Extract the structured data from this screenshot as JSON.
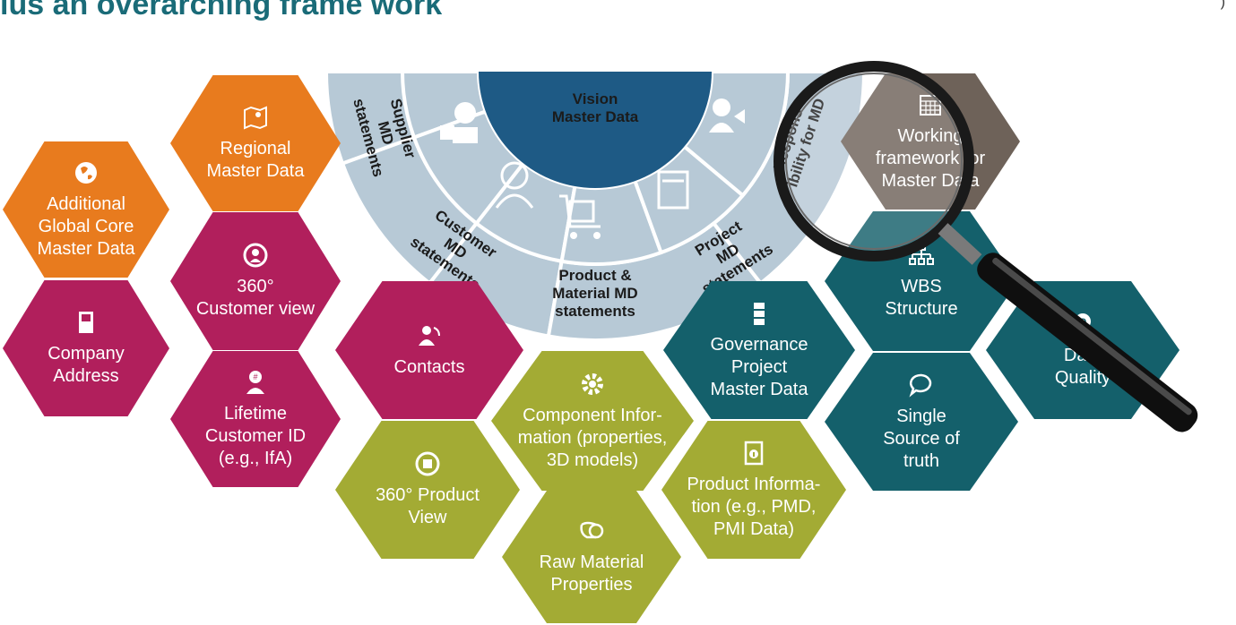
{
  "header": {
    "title": "lus an overarching frame work",
    "corner_text": ")"
  },
  "center": {
    "vision_line1": "Vision",
    "vision_line2": "Master Data"
  },
  "segments": {
    "supplier": [
      "Supplier",
      "MD",
      "statements"
    ],
    "customer": [
      "Customer",
      "MD",
      "statements"
    ],
    "product": [
      "Product &",
      "Material MD",
      "statements"
    ],
    "project": [
      "Project",
      "MD",
      "statements"
    ],
    "responsibility": [
      "Respons-",
      "ibility for MD"
    ]
  },
  "hexes": {
    "global_core": "Additional\nGlobal Core\nMaster Data",
    "regional": "Regional\nMaster Data",
    "customer_view": "360°\nCustomer view",
    "company_address": "Company\nAddress",
    "lifetime_id": "Lifetime\nCustomer ID\n(e.g., IfA)",
    "contacts": "Contacts",
    "product_view": "360° Product\nView",
    "component_info": "Component Infor-\nmation (properties,\n3D models)",
    "raw_material": "Raw Material\nProperties",
    "product_info": "Product Informa-\ntion (e.g., PMD,\nPMI Data)",
    "governance": "Governance\nProject\nMaster Data",
    "wbs": "WBS\nStructure",
    "single_source": "Single\nSource of\ntruth",
    "data_quality": "Data\nQuality",
    "working_framework": "Working\nframework for\nMaster Data"
  },
  "colors": {
    "orange": "#e87b1e",
    "magenta": "#b11f5c",
    "olive": "#a3ab34",
    "teal": "#14606b",
    "brown": "#6e6259",
    "ring_light": "#b7c9d6",
    "vision_blue": "#1e5a85"
  },
  "icons": {
    "global_core": "globe-icon",
    "regional": "map-icon",
    "customer_view": "rotate-person-icon",
    "company_address": "door-icon",
    "lifetime_id": "id-person-icon",
    "contacts": "contacts-icon",
    "product_view": "rotate-box-icon",
    "component_info": "gear-icon",
    "raw_material": "roll-icon",
    "product_info": "info-doc-icon",
    "governance": "database-icon",
    "wbs": "hierarchy-icon",
    "single_source": "speech-bubble-icon",
    "data_quality": "quality-badge-icon",
    "working_framework": "calendar-icon"
  }
}
